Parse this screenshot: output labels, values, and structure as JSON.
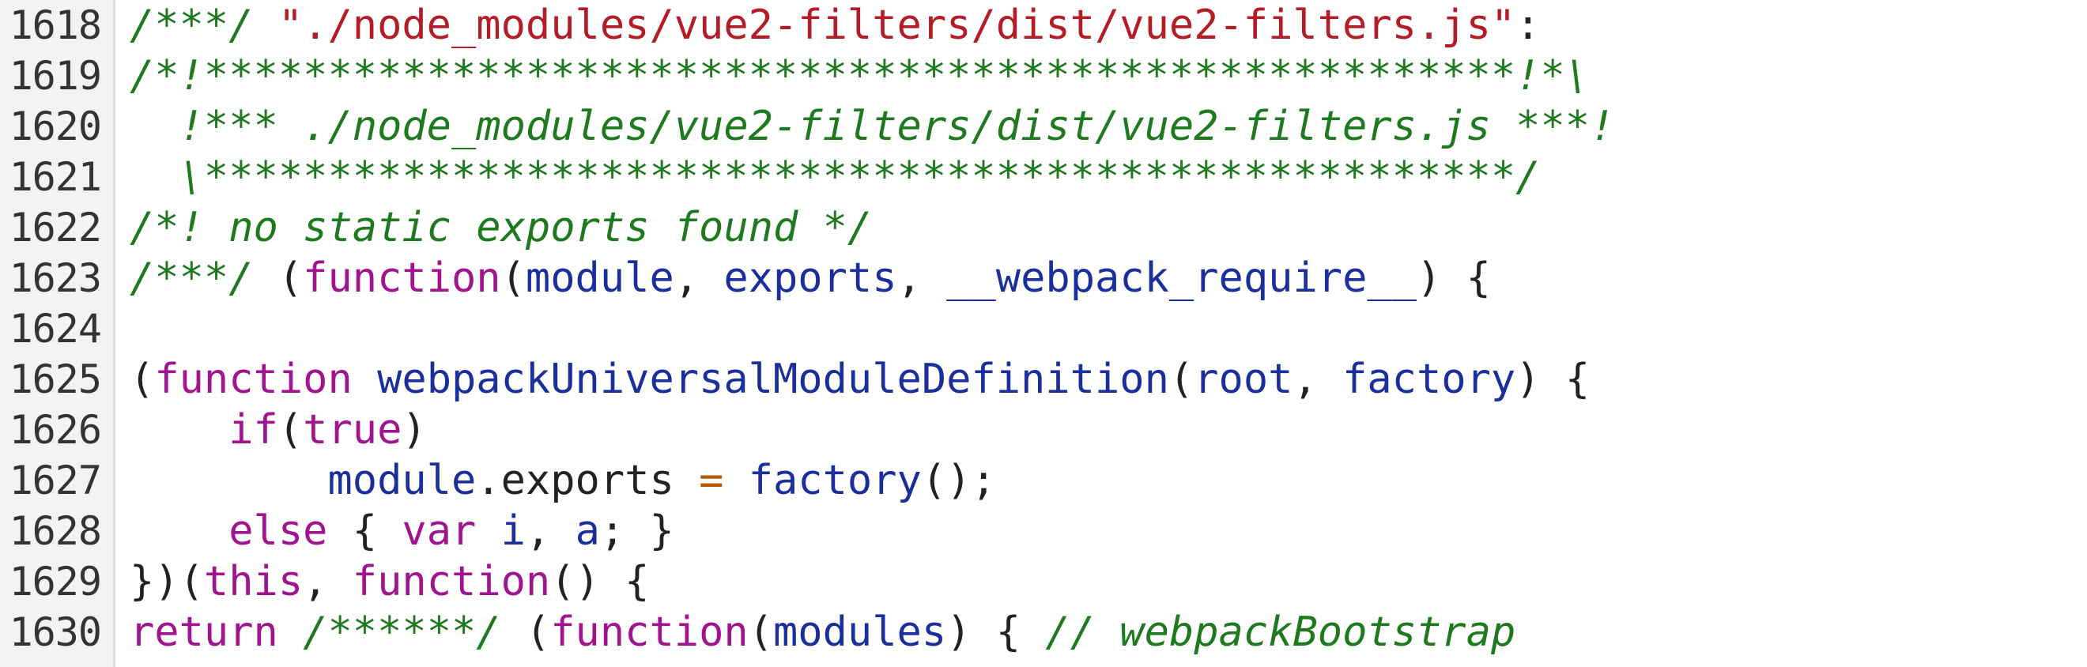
{
  "colors": {
    "comment": "#1f7a1f",
    "string": "#b31d28",
    "keyword": "#a0148f",
    "identifier": "#1a2f9c",
    "plain": "#222222",
    "operator": "#b35a00",
    "gutter_bg": "#f3f3f3",
    "line_number": "#333333"
  },
  "lines": [
    {
      "number": "1618",
      "tokens": [
        {
          "t": "/***/ ",
          "c": "cm"
        },
        {
          "t": "\"./node_modules/vue2-filters/dist/vue2-filters.js\"",
          "c": "str"
        },
        {
          "t": ":",
          "c": "pl"
        }
      ]
    },
    {
      "number": "1619",
      "tokens": [
        {
          "t": "/*!*****************************************************!*\\",
          "c": "cm"
        }
      ]
    },
    {
      "number": "1620",
      "tokens": [
        {
          "t": "  !*** ./node_modules/vue2-filters/dist/vue2-filters.js ***!",
          "c": "cm"
        }
      ]
    },
    {
      "number": "1621",
      "tokens": [
        {
          "t": "  \\*****************************************************/",
          "c": "cm"
        }
      ]
    },
    {
      "number": "1622",
      "tokens": [
        {
          "t": "/*! no static exports found */",
          "c": "cm"
        }
      ]
    },
    {
      "number": "1623",
      "tokens": [
        {
          "t": "/***/ ",
          "c": "cm"
        },
        {
          "t": "(",
          "c": "pl"
        },
        {
          "t": "function",
          "c": "kw"
        },
        {
          "t": "(",
          "c": "pl"
        },
        {
          "t": "module",
          "c": "id"
        },
        {
          "t": ", ",
          "c": "pl"
        },
        {
          "t": "exports",
          "c": "id"
        },
        {
          "t": ", ",
          "c": "pl"
        },
        {
          "t": "__webpack_require__",
          "c": "id"
        },
        {
          "t": ") {",
          "c": "pl"
        }
      ]
    },
    {
      "number": "1624",
      "tokens": []
    },
    {
      "number": "1625",
      "tokens": [
        {
          "t": "(",
          "c": "pl"
        },
        {
          "t": "function",
          "c": "kw"
        },
        {
          "t": " ",
          "c": "pl"
        },
        {
          "t": "webpackUniversalModuleDefinition",
          "c": "fn"
        },
        {
          "t": "(",
          "c": "pl"
        },
        {
          "t": "root",
          "c": "id"
        },
        {
          "t": ", ",
          "c": "pl"
        },
        {
          "t": "factory",
          "c": "id"
        },
        {
          "t": ") {",
          "c": "pl"
        }
      ]
    },
    {
      "number": "1626",
      "tokens": [
        {
          "t": "    ",
          "c": "pl"
        },
        {
          "t": "if",
          "c": "kw"
        },
        {
          "t": "(",
          "c": "pl"
        },
        {
          "t": "true",
          "c": "kw"
        },
        {
          "t": ")",
          "c": "pl"
        }
      ]
    },
    {
      "number": "1627",
      "tokens": [
        {
          "t": "        ",
          "c": "pl"
        },
        {
          "t": "module",
          "c": "id"
        },
        {
          "t": ".exports ",
          "c": "pl"
        },
        {
          "t": "=",
          "c": "op"
        },
        {
          "t": " ",
          "c": "pl"
        },
        {
          "t": "factory",
          "c": "id"
        },
        {
          "t": "();",
          "c": "pl"
        }
      ]
    },
    {
      "number": "1628",
      "tokens": [
        {
          "t": "    ",
          "c": "pl"
        },
        {
          "t": "else",
          "c": "kw"
        },
        {
          "t": " { ",
          "c": "pl"
        },
        {
          "t": "var",
          "c": "kw"
        },
        {
          "t": " ",
          "c": "pl"
        },
        {
          "t": "i",
          "c": "id"
        },
        {
          "t": ", ",
          "c": "pl"
        },
        {
          "t": "a",
          "c": "id"
        },
        {
          "t": "; }",
          "c": "pl"
        }
      ]
    },
    {
      "number": "1629",
      "tokens": [
        {
          "t": "})(",
          "c": "pl"
        },
        {
          "t": "this",
          "c": "kw"
        },
        {
          "t": ", ",
          "c": "pl"
        },
        {
          "t": "function",
          "c": "kw"
        },
        {
          "t": "() {",
          "c": "pl"
        }
      ]
    },
    {
      "number": "1630",
      "tokens": [
        {
          "t": "return",
          "c": "kw"
        },
        {
          "t": " ",
          "c": "pl"
        },
        {
          "t": "/******/",
          "c": "cm"
        },
        {
          "t": " (",
          "c": "pl"
        },
        {
          "t": "function",
          "c": "kw"
        },
        {
          "t": "(",
          "c": "pl"
        },
        {
          "t": "modules",
          "c": "id"
        },
        {
          "t": ") { ",
          "c": "pl"
        },
        {
          "t": "// webpackBootstrap",
          "c": "cm"
        }
      ]
    }
  ]
}
